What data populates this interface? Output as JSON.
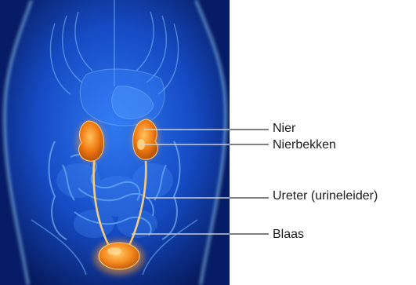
{
  "labels": {
    "nier": "Nier",
    "nierbekken": "Nierbekken",
    "ureter": "Ureter (urineleider)",
    "blaas": "Blaas"
  },
  "colors": {
    "body_dark": "#061a5e",
    "body_mid": "#1f5ed8",
    "body_glow": "#8fd3ff",
    "organ_orange": "#f07a12",
    "organ_light": "#ffb347",
    "leader_line": "#333333",
    "label_text": "#1a1a1a"
  },
  "figure": {
    "subject": "human-torso-urinary-system-illustration"
  }
}
